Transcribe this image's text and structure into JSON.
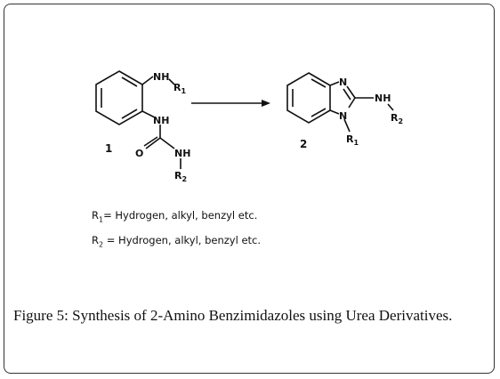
{
  "compound1": {
    "atoms": {
      "nh_top": "NH",
      "r1_letter": "R",
      "r1_sub": "1",
      "nh_mid": "NH",
      "o": "O",
      "nh_bot": "NH",
      "r2_letter": "R",
      "r2_sub": "2"
    },
    "number": "1"
  },
  "compound2": {
    "atoms": {
      "n_upper": "N",
      "n_lower": "N",
      "nh": "NH",
      "r2_letter": "R",
      "r2_sub": "2",
      "r1_letter": "R",
      "r1_sub": "1"
    },
    "number": "2"
  },
  "definitions": {
    "r1": {
      "letter": "R",
      "sub": "1",
      "text": "= Hydrogen, alkyl, benzyl etc."
    },
    "r2": {
      "letter": "R",
      "sub": "2",
      "text": " = Hydrogen, alkyl, benzyl etc."
    }
  },
  "caption": {
    "label": "Figure 5:",
    "text": " Synthesis of 2-Amino Benzimidazoles using Urea Derivatives."
  }
}
